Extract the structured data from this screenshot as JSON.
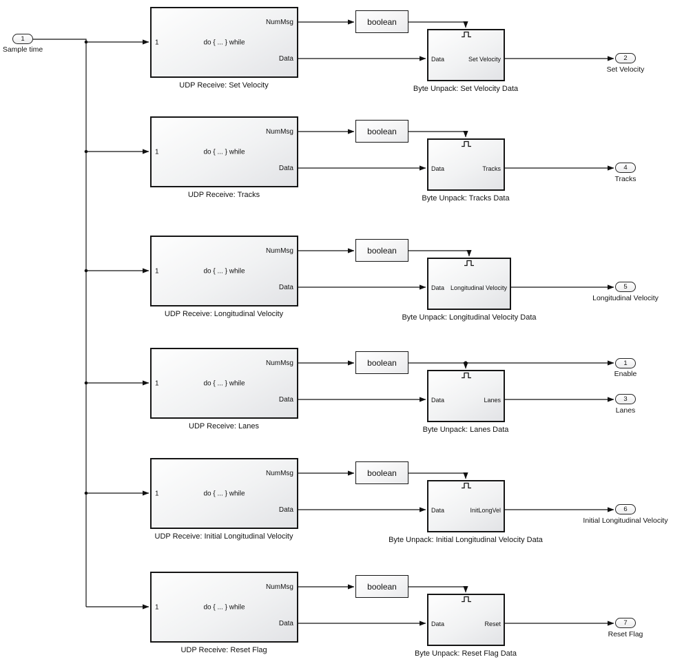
{
  "shared": {
    "udp_input_label": "1",
    "udp_body": "do { ... } while",
    "udp_out_top": "NumMsg",
    "udp_out_bottom": "Data",
    "boolean_label": "boolean",
    "unpack_in_label": "Data"
  },
  "input_port": {
    "number": "1",
    "label": "Sample time"
  },
  "rows": [
    {
      "udp_caption": "UDP Receive: Set Velocity",
      "unpack_caption": "Byte Unpack: Set Velocity Data",
      "unpack_out": "Set Velocity",
      "port": {
        "number": "2",
        "label": "Set Velocity"
      }
    },
    {
      "udp_caption": "UDP Receive: Tracks",
      "unpack_caption": "Byte Unpack: Tracks Data",
      "unpack_out": "Tracks",
      "port": {
        "number": "4",
        "label": "Tracks"
      }
    },
    {
      "udp_caption": "UDP Receive: Longitudinal Velocity",
      "unpack_caption": "Byte Unpack: Longitudinal Velocity Data",
      "unpack_out": "Longitudinal Velocity",
      "port": {
        "number": "5",
        "label": "Longitudinal Velocity"
      }
    },
    {
      "udp_caption": "UDP Receive: Lanes",
      "unpack_caption": "Byte Unpack: Lanes Data",
      "unpack_out": "Lanes",
      "port": {
        "number": "3",
        "label": "Lanes"
      },
      "enable_port": {
        "number": "1",
        "label": "Enable"
      }
    },
    {
      "udp_caption": "UDP Receive: Initial Longitudinal Velocity",
      "unpack_caption": "Byte Unpack: Initial Longitudinal Velocity Data",
      "unpack_out": "InitLongVel",
      "port": {
        "number": "6",
        "label": "Initial Longitudinal Velocity"
      }
    },
    {
      "udp_caption": "UDP Receive: Reset Flag",
      "unpack_caption": "Byte Unpack: Reset Flag Data",
      "unpack_out": "Reset",
      "port": {
        "number": "7",
        "label": "Reset Flag"
      }
    }
  ],
  "colors": {
    "line": "#111111",
    "block_border": "#141414",
    "background": "#ffffff"
  }
}
